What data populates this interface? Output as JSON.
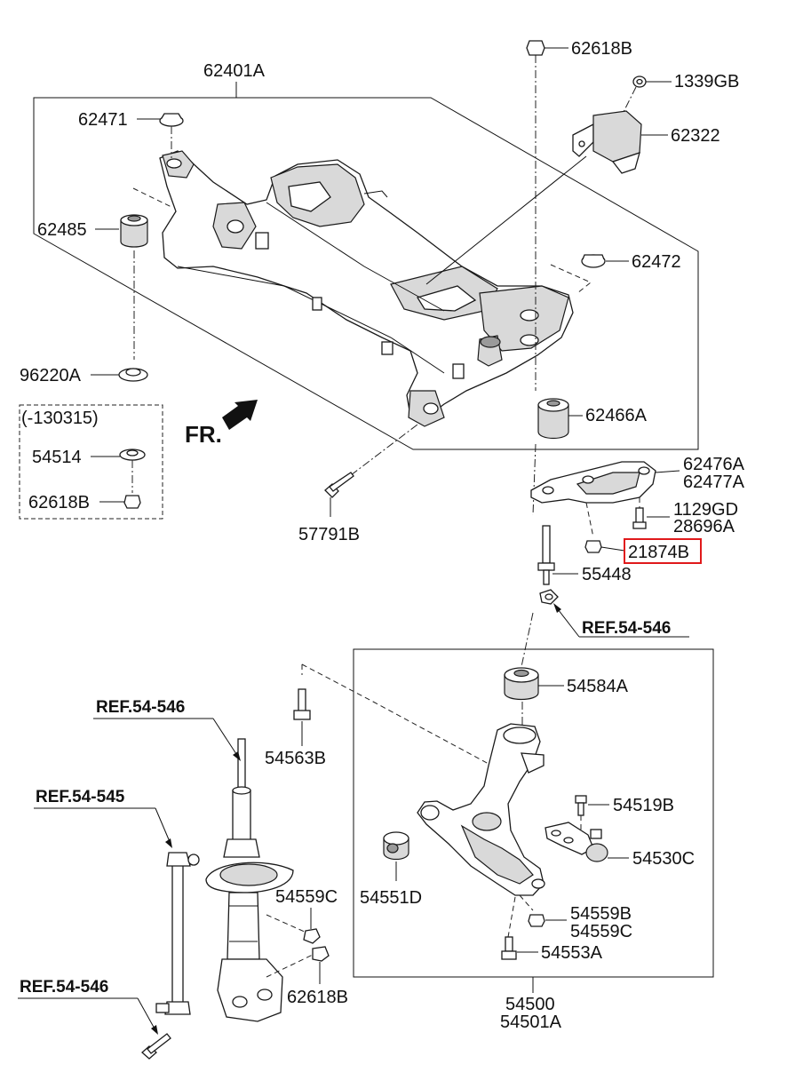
{
  "labels": {
    "p62401A": "62401A",
    "p62618B_top": "62618B",
    "p1339GB": "1339GB",
    "p62322": "62322",
    "p62471": "62471",
    "p62485": "62485",
    "p62472": "62472",
    "p96220A": "96220A",
    "p130315": "(-130315)",
    "p54514": "54514",
    "p62618B_left": "62618B",
    "p62466A": "62466A",
    "fr": "FR.",
    "p57791B": "57791B",
    "p62476A": "62476A",
    "p62477A": "62477A",
    "p1129GD": "1129GD",
    "p28696A": "28696A",
    "p21874B": "21874B",
    "p55448": "55448",
    "ref_mid": "REF.54-546",
    "ref_strut": "REF.54-546",
    "p54563B": "54563B",
    "p54584A": "54584A",
    "ref_link": "REF.54-545",
    "p54519B": "54519B",
    "p54530C": "54530C",
    "p54551D": "54551D",
    "p54559C_left": "54559C",
    "p54559B": "54559B",
    "p54559C_right": "54559C",
    "p54553A": "54553A",
    "p62618B_bottom": "62618B",
    "ref_bottom": "REF.54-546",
    "p54500": "54500",
    "p54501A": "54501A"
  },
  "colors": {
    "highlight": "#e0191b",
    "line": "#111111"
  },
  "icons": {
    "front_arrow": "arrow-icon"
  }
}
